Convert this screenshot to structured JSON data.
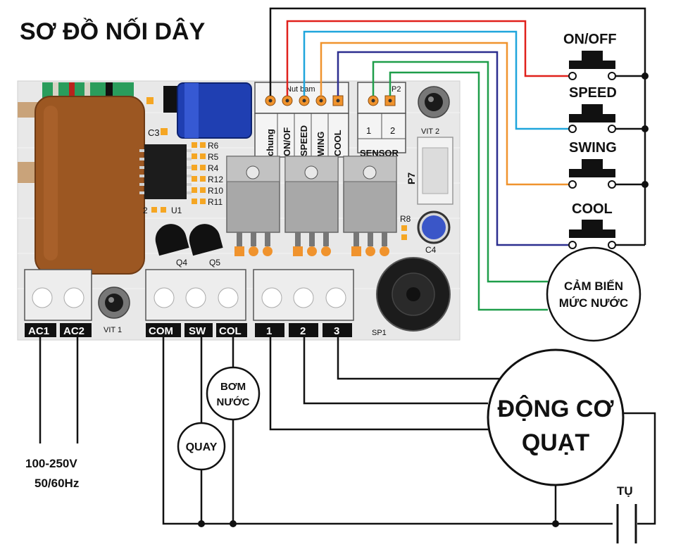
{
  "title": "SƠ ĐỒ NỐI DÂY",
  "buttons": {
    "on_off": "ON/OFF",
    "speed": "SPEED",
    "swing": "SWING",
    "cool": "COOL"
  },
  "sensor_circle": {
    "line1": "CẢM BIẾN",
    "line2": "MỨC NƯỚC"
  },
  "motor": {
    "line1": "ĐỘNG CƠ",
    "line2": "QUẠT"
  },
  "pump": {
    "line1": "BƠM",
    "line2": "NƯỚC"
  },
  "swing_motor": "QUAY",
  "capacitor": "TỤ",
  "power": {
    "voltage": "100-250V",
    "frequency": "50/60Hz"
  },
  "terminals": {
    "ac1": "AC1",
    "ac2": "AC2",
    "com": "COM",
    "sw": "SW",
    "col": "COL",
    "t1": "1",
    "t2": "2",
    "t3": "3"
  },
  "pcb": {
    "header_nut_bam": "Nut bam",
    "header_p2": "P2",
    "col_chung": "chung",
    "col_onoff": "ON/OF",
    "col_speed": "SPEED",
    "col_swing": "WING",
    "col_cool": "COOL",
    "sensor_1": "1",
    "sensor_2": "2",
    "sensor_label": "SENSOR",
    "p7": "P7",
    "c3": "C3",
    "c4": "C4",
    "r6": "R6",
    "r5": "R5",
    "r4": "R4",
    "r12": "R12",
    "r10": "R10",
    "r11": "R11",
    "u1": "U1",
    "u1_pre": "2",
    "q4": "Q4",
    "q5": "Q5",
    "r8": "R8",
    "sp1": "SP1",
    "vit1": "VIT 1",
    "vit2": "VIT 2"
  },
  "wire_colors": {
    "black": "#111111",
    "red": "#e0201b",
    "blue": "#1fa5dc",
    "orange": "#f0932d",
    "navy": "#2c2e8f",
    "green": "#1f9e4a",
    "board": "#eaeaea",
    "transformer": "#9c5722"
  }
}
